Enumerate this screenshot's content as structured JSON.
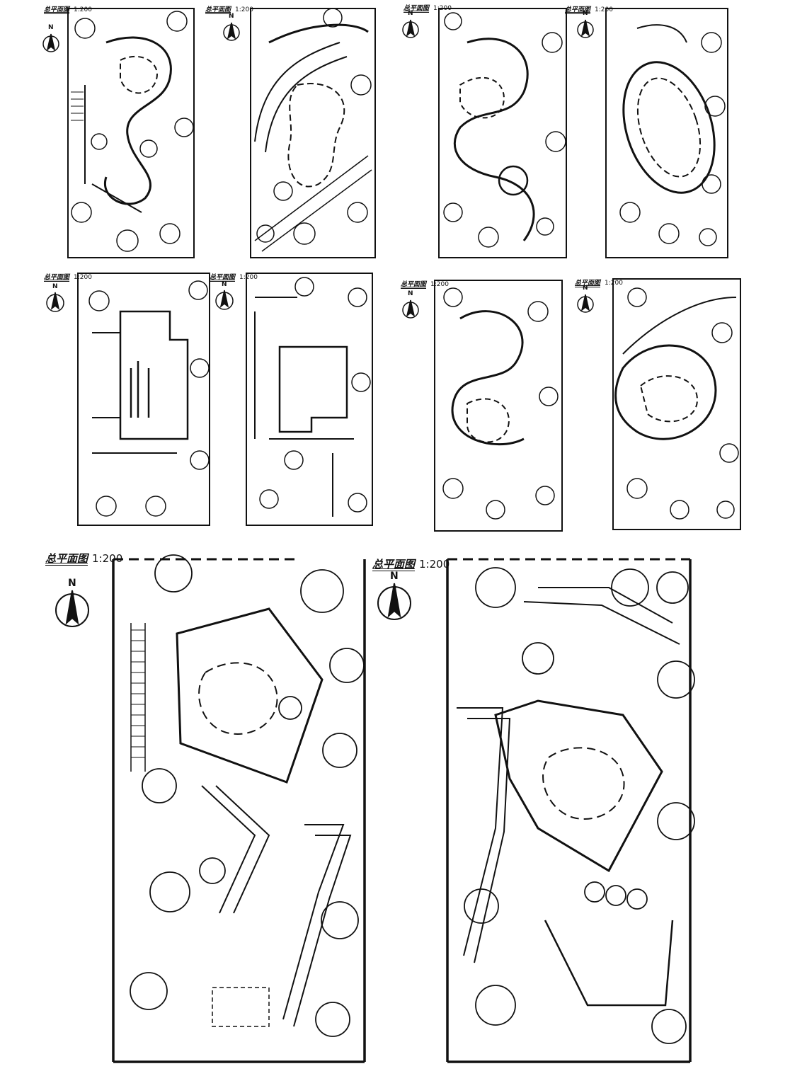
{
  "plans": [
    {
      "title": "总平面图",
      "scale": "1:200",
      "north": "N"
    },
    {
      "title": "总平面图",
      "scale": "1:200",
      "north": "N"
    },
    {
      "title": "总平面图",
      "scale": "1:200",
      "north": "N"
    },
    {
      "title": "总平面图",
      "scale": "1:200",
      "north": "N"
    },
    {
      "title": "总平面图",
      "scale": "1:200",
      "north": "N"
    },
    {
      "title": "总平面图",
      "scale": "1:200",
      "north": "N"
    },
    {
      "title": "总平面图",
      "scale": "1:200",
      "north": "N"
    },
    {
      "title": "总平面图",
      "scale": "1:200",
      "north": "N"
    },
    {
      "title": "总平面图",
      "scale": "1:200",
      "north": "N"
    },
    {
      "title": "总平面图",
      "scale": "1:200",
      "north": "N"
    }
  ],
  "colors": {
    "ink": "#111111",
    "paper": "#ffffff"
  }
}
